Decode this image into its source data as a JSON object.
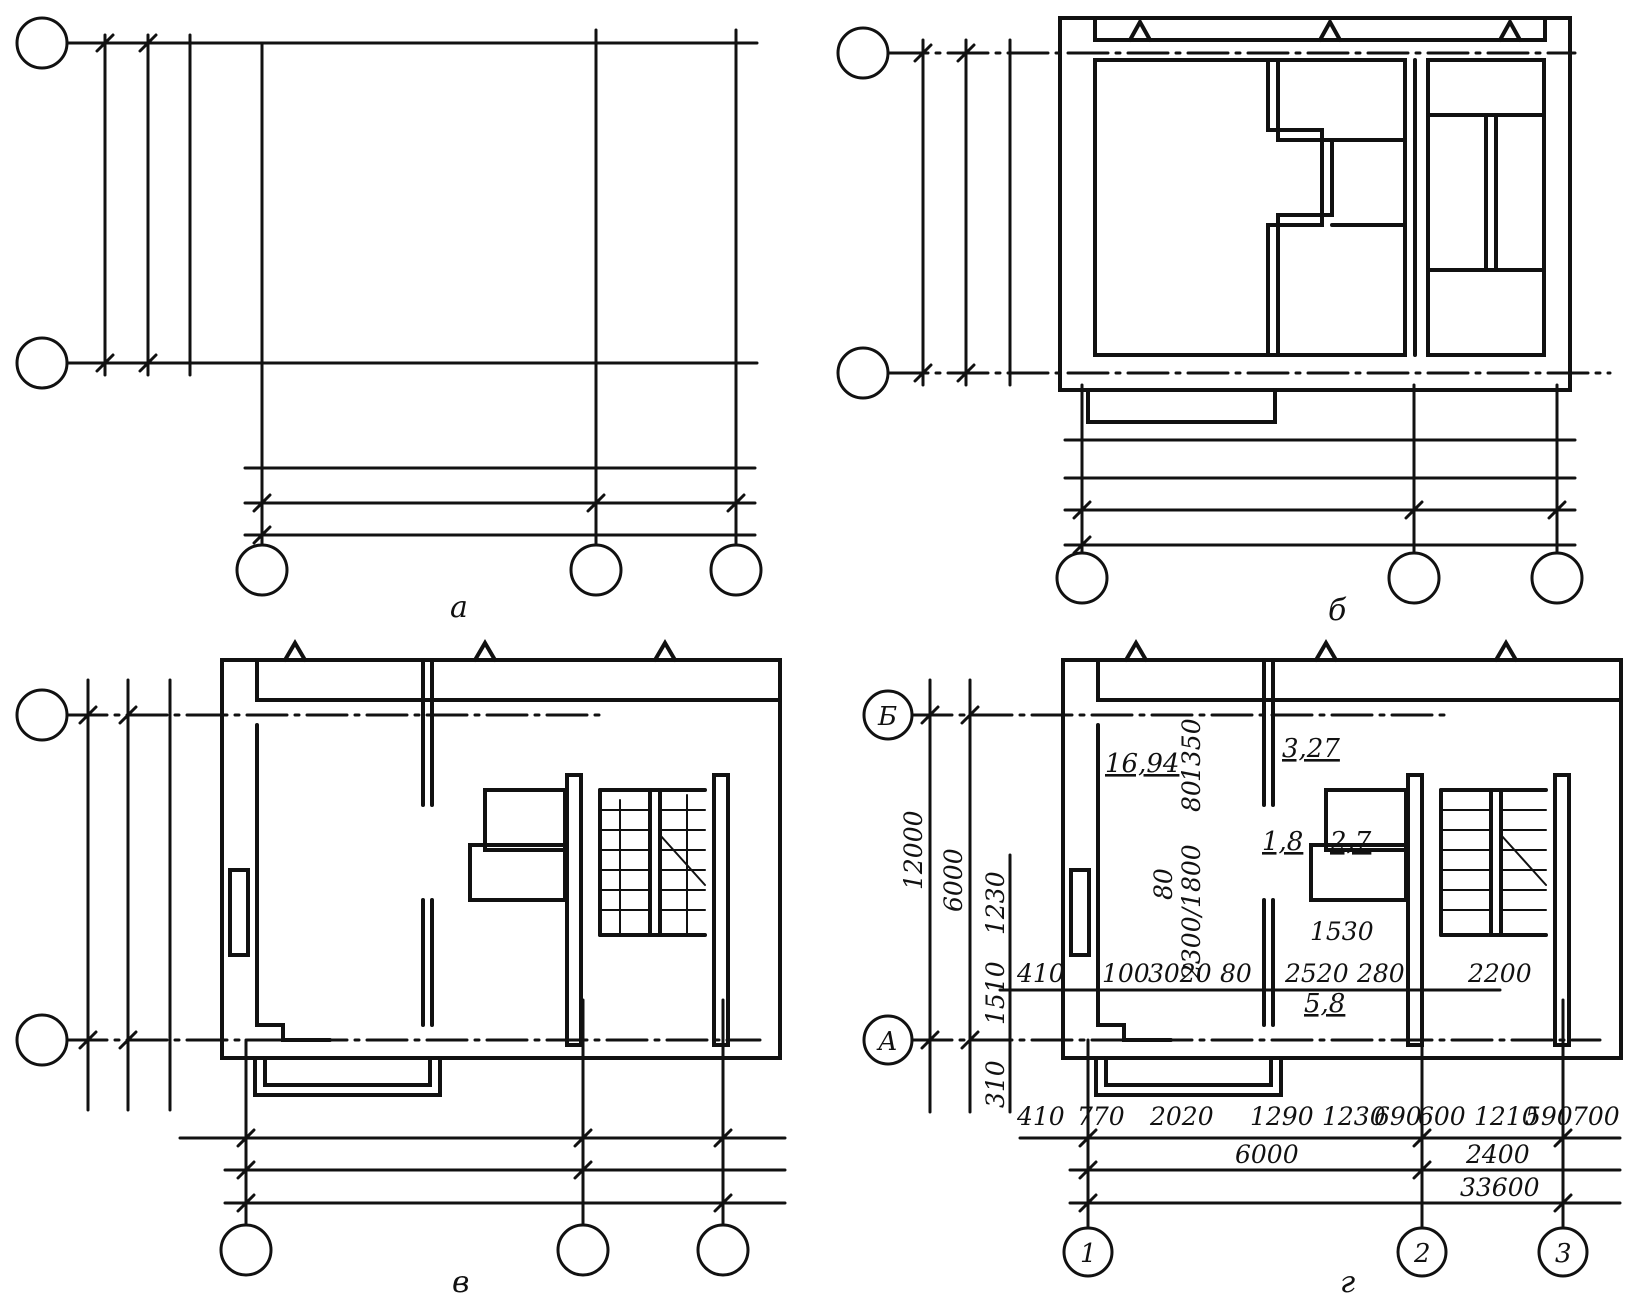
{
  "panels": {
    "a": {
      "label": "а"
    },
    "b": {
      "label": "б"
    },
    "v": {
      "label": "в"
    },
    "g": {
      "label": "г",
      "axes": {
        "row_upper": "Б",
        "row_lower": "А",
        "col_1": "1",
        "col_2": "2",
        "col_3": "3"
      },
      "room_areas": {
        "living": "16,94",
        "bath": "3,27",
        "corridor": "1,8",
        "wc": "2,7",
        "hall": "5,8"
      },
      "vertical_dims": {
        "overall": "12000",
        "axis_span": "6000",
        "d1": "1230",
        "d2": "1510",
        "d3": "310"
      },
      "inner_dims": {
        "stack": "2300/1800",
        "d80a": "80",
        "d80b": "80",
        "d1350": "1350",
        "d1530": "1530"
      },
      "horizontal_row_1": [
        "410",
        "100",
        "3020",
        "80",
        "2520",
        "280",
        "2200"
      ],
      "horizontal_row_2": [
        "410",
        "770",
        "2020",
        "1290",
        "1230",
        "690",
        "600",
        "1210",
        "590",
        "700"
      ],
      "totals": {
        "span": "6000",
        "span2": "2400",
        "overall": "33600"
      }
    }
  },
  "colors": {
    "ink": "#111111",
    "paper": "#ffffff"
  }
}
